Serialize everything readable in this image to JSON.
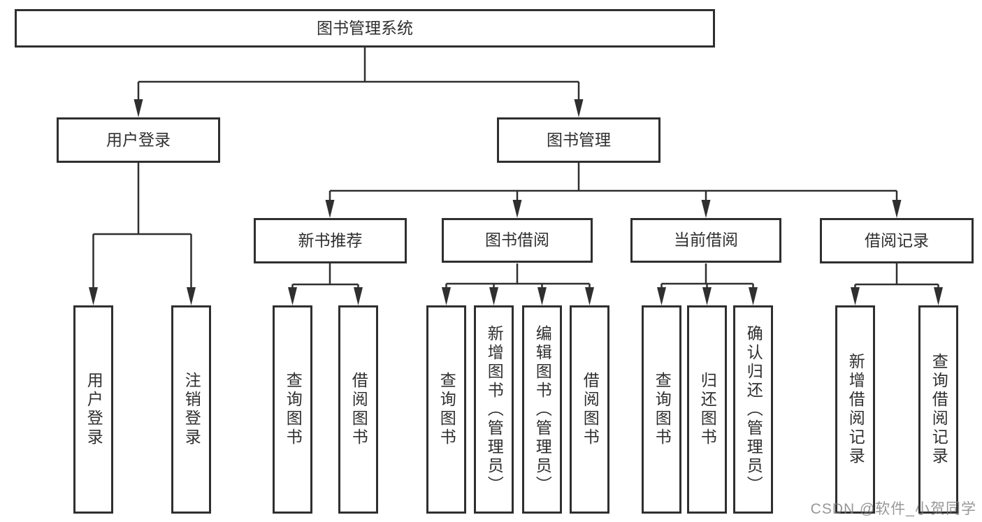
{
  "tree": {
    "label": "图书管理系统",
    "children": [
      {
        "label": "用户登录",
        "children": [
          {
            "label": "用户登录"
          },
          {
            "label": "注销登录"
          }
        ]
      },
      {
        "label": "图书管理",
        "children": [
          {
            "label": "新书推荐",
            "children": [
              {
                "label": "查询图书"
              },
              {
                "label": "借阅图书"
              }
            ]
          },
          {
            "label": "图书借阅",
            "children": [
              {
                "label": "查询图书"
              },
              {
                "label": "新增图书（管理员）"
              },
              {
                "label": "编辑图书（管理员）"
              },
              {
                "label": "借阅图书"
              }
            ]
          },
          {
            "label": "当前借阅",
            "children": [
              {
                "label": "查询图书"
              },
              {
                "label": "归还图书"
              },
              {
                "label": "确认归还（管理员）"
              }
            ]
          },
          {
            "label": "借阅记录",
            "children": [
              {
                "label": "新增借阅记录"
              },
              {
                "label": "查询借阅记录"
              }
            ]
          }
        ]
      }
    ]
  },
  "watermark": {
    "text": "CSDN @软件_小贺同学"
  },
  "colors": {
    "line": "#2f2f2f",
    "box_border": "#2f2f2f",
    "text": "#2f2f2f",
    "watermark": "#7d7d7d",
    "background": "#ffffff"
  }
}
